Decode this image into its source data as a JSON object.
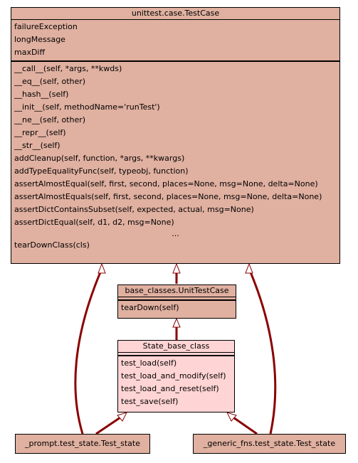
{
  "diagram": {
    "testcase": {
      "name": "unittest.case.TestCase",
      "attributes": [
        "failureException",
        "longMessage",
        "maxDiff"
      ],
      "methods": [
        "__call__(self, *args, **kwds)",
        "__eq__(self, other)",
        "__hash__(self)",
        "__init__(self, methodName='runTest')",
        "__ne__(self, other)",
        "__repr__(self)",
        "__str__(self)",
        "addCleanup(self, function, *args, **kwargs)",
        "addTypeEqualityFunc(self, typeobj, function)",
        "assertAlmostEqual(self, first, second, places=None, msg=None, delta=None)",
        "assertAlmostEquals(self, first, second, places=None, msg=None, delta=None)",
        "assertDictContainsSubset(self, expected, actual, msg=None)",
        "assertDictEqual(self, d1, d2, msg=None)"
      ],
      "ellipsis": "...",
      "last_method": "tearDownClass(cls)"
    },
    "unittestcase": {
      "name": "base_classes.UnitTestCase",
      "methods": [
        "tearDown(self)"
      ]
    },
    "state_base": {
      "name": "State_base_class",
      "methods": [
        "test_load(self)",
        "test_load_and_modify(self)",
        "test_load_and_reset(self)",
        "test_save(self)"
      ]
    },
    "prompt_state": {
      "name": "_prompt.test_state.Test_state"
    },
    "generic_state": {
      "name": "_generic_fns.test_state.Test_state"
    },
    "colors": {
      "class_fill": "#e0b0a0",
      "highlight_fill": "#ffd4d4",
      "edge": "#8b0000",
      "border": "#000000"
    }
  }
}
